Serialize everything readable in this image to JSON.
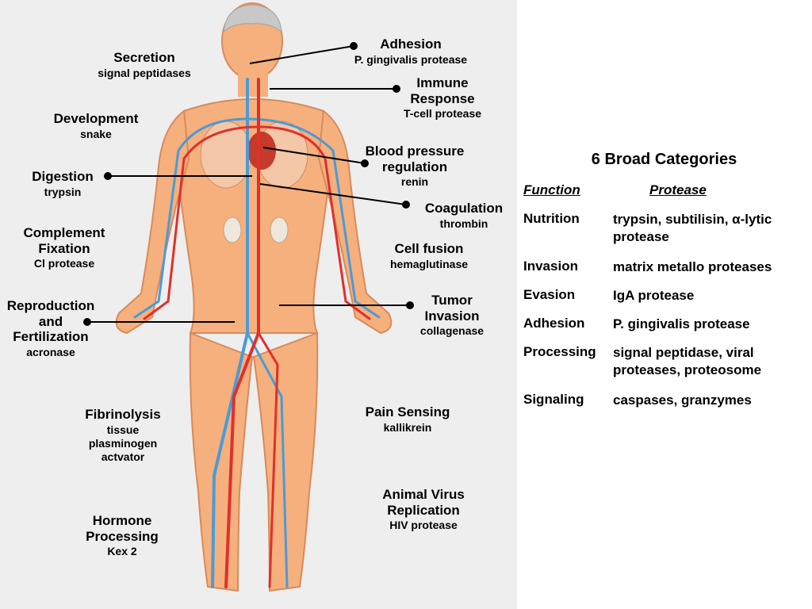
{
  "colors": {
    "panel_bg": "#eeeeee",
    "skin": "#f5b07e",
    "skin_outline": "#d98a5a",
    "artery": "#e0302a",
    "vein": "#4a9bd6",
    "brain": "#c8c8c8",
    "heart": "#c53a2a",
    "lung": "#f3c7a8"
  },
  "labels": {
    "secretion": {
      "title": "Secretion",
      "sub": "signal peptidases"
    },
    "development": {
      "title": "Development",
      "sub": "snake"
    },
    "digestion": {
      "title": "Digestion",
      "sub": "trypsin"
    },
    "complement": {
      "title1": "Complement",
      "title2": "Fixation",
      "sub": "Cl protease"
    },
    "reproduction": {
      "title1": "Reproduction",
      "title2": "and",
      "title3": "Fertilization",
      "sub": "acronase"
    },
    "fibrinolysis": {
      "title": "Fibrinolysis",
      "sub1": "tissue",
      "sub2": "plasminogen",
      "sub3": "actvator"
    },
    "hormone": {
      "title1": "Hormone",
      "title2": "Processing",
      "sub": "Kex 2"
    },
    "adhesion": {
      "title": "Adhesion",
      "sub": "P. gingivalis protease"
    },
    "immune": {
      "title1": "Immune",
      "title2": "Response",
      "sub": "T-cell protease"
    },
    "blood_pressure": {
      "title1": "Blood pressure",
      "title2": "regulation",
      "sub": "renin"
    },
    "coagulation": {
      "title": "Coagulation",
      "sub": "thrombin"
    },
    "cell_fusion": {
      "title": "Cell fusion",
      "sub": "hemaglutinase"
    },
    "tumor": {
      "title1": "Tumor",
      "title2": "Invasion",
      "sub": "collagenase"
    },
    "pain": {
      "title": "Pain Sensing",
      "sub": "kallikrein"
    },
    "virus": {
      "title1": "Animal Virus",
      "title2": "Replication",
      "sub": "HIV protease"
    }
  },
  "table": {
    "title": "6 Broad Categories",
    "header_function": "Function",
    "header_protease": "Protease",
    "rows": [
      {
        "function": "Nutrition",
        "protease": "trypsin, subtilisin, α-lytic protease"
      },
      {
        "function": "Invasion",
        "protease": "matrix metallo proteases"
      },
      {
        "function": "Evasion",
        "protease": "IgA protease"
      },
      {
        "function": "Adhesion",
        "protease": "P. gingivalis protease"
      },
      {
        "function": "Processing",
        "protease": "signal peptidase, viral proteases, proteosome"
      },
      {
        "function": "Signaling",
        "protease": "caspases, granzymes"
      }
    ]
  }
}
